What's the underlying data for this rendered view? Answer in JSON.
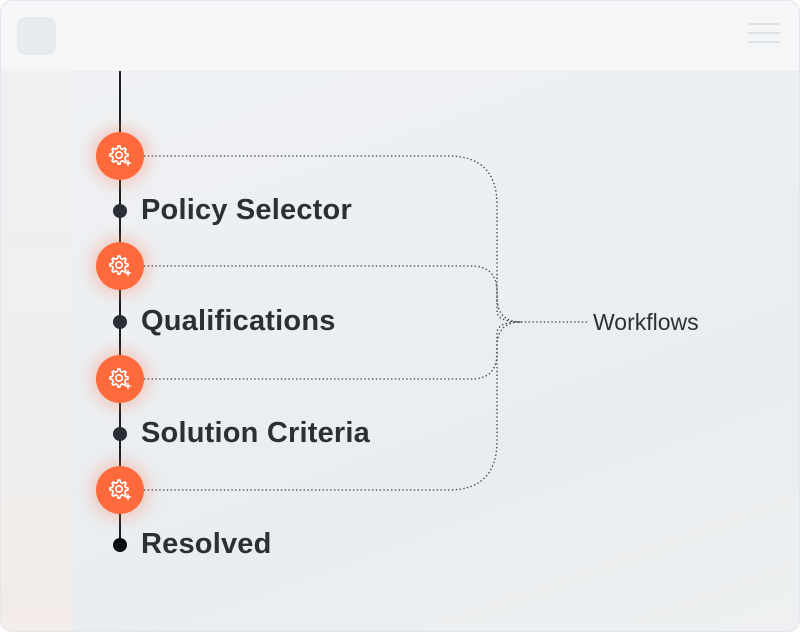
{
  "steps": [
    {
      "label": "Policy Selector"
    },
    {
      "label": "Qualifications"
    },
    {
      "label": "Solution Criteria"
    },
    {
      "label": "Resolved"
    }
  ],
  "workflows_label": "Workflows",
  "icons": {
    "workflow_node": "gear-sparkle-icon",
    "menu": "hamburger-menu-icon"
  },
  "colors": {
    "accent": "#ff6a3d",
    "node_dot": "#2b2e35",
    "text": "#2c2f36"
  }
}
